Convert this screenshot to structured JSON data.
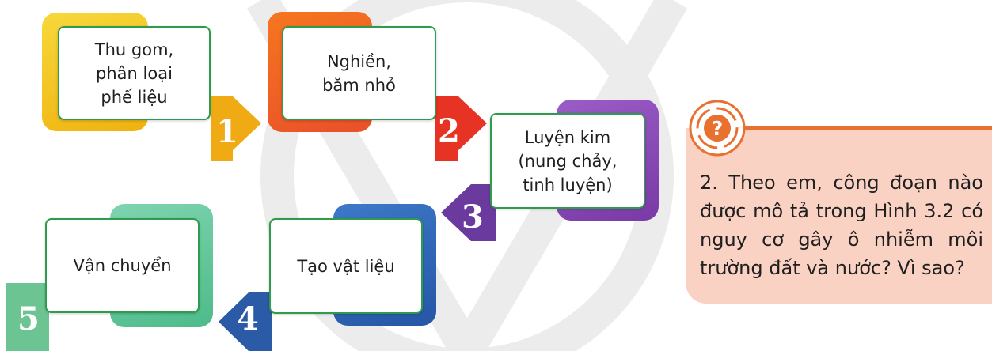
{
  "colors": {
    "step1": "#f2c318",
    "step2": "#ef5b1f",
    "step3": "#8a4bb5",
    "step4": "#2f63b7",
    "step5": "#5fc08a",
    "card_border": "#2f9b4c",
    "question_accent": "#e9712f",
    "question_bg": "#f9d2c3"
  },
  "steps": [
    {
      "number": "1",
      "label": "Thu gom,\nphân loại\nphế liệu"
    },
    {
      "number": "2",
      "label": "Nghiền,\nbăm nhỏ"
    },
    {
      "number": "3",
      "label": "Luyện kim\n(nung chảy,\ntinh luyện)"
    },
    {
      "number": "4",
      "label": "Tạo vật liệu"
    },
    {
      "number": "5",
      "label": "Vận chuyển"
    }
  ],
  "question": {
    "icon": "question-mark-icon",
    "text": "2. Theo em, công đoạn nào được mô tả trong Hình 3.2 có nguy cơ gây ô nhiễm môi trường đất và nước? Vì sao?"
  }
}
